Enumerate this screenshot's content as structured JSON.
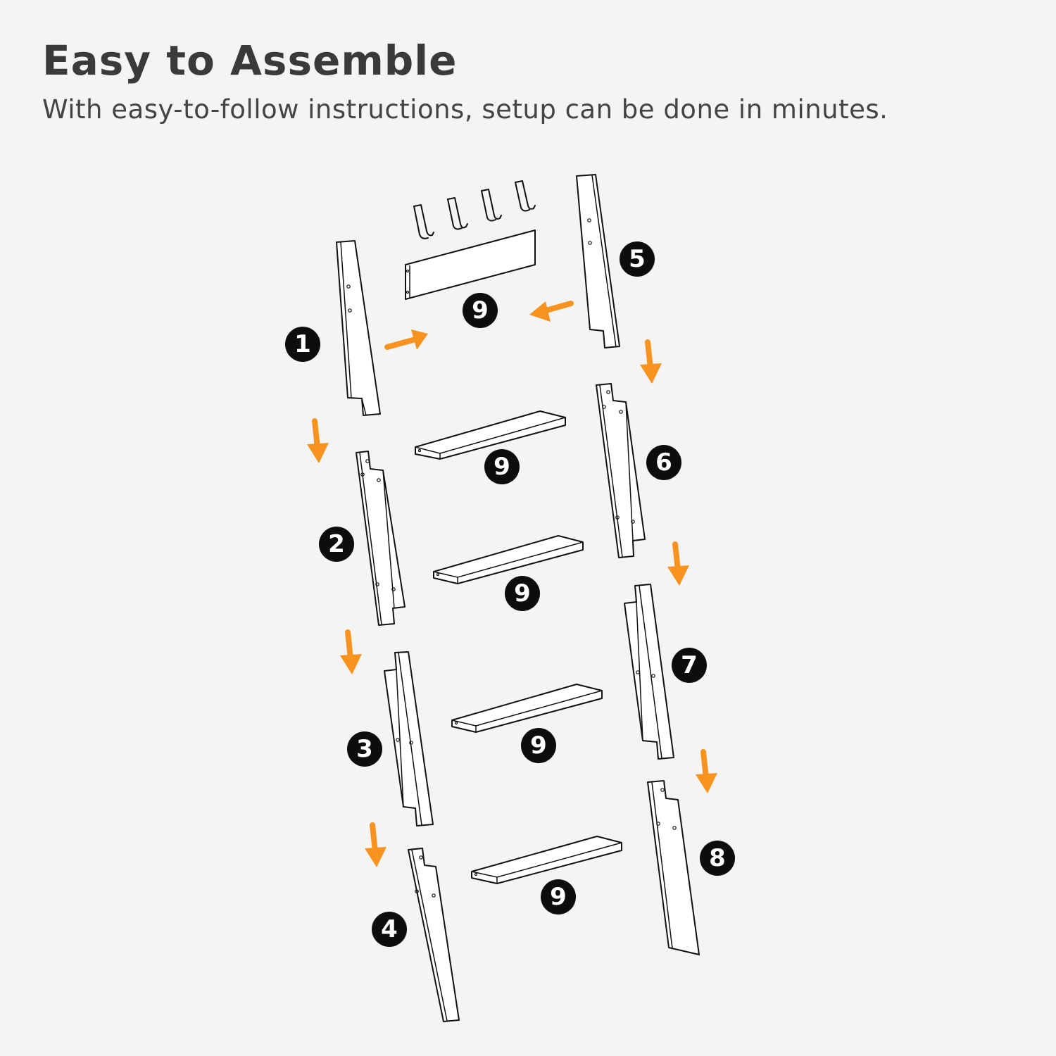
{
  "header": {
    "title": "Easy to Assemble",
    "subtitle": "With easy-to-follow instructions, setup can be done in minutes."
  },
  "colors": {
    "background": "#f4f4f4",
    "arrow": "#f7931e",
    "badge": "#0d0d0d",
    "outline": "#111111"
  },
  "badges": {
    "b1": "1",
    "b2": "2",
    "b3": "3",
    "b4": "4",
    "b5": "5",
    "b6": "6",
    "b7": "7",
    "b8": "8",
    "b9a": "9",
    "b9b": "9",
    "b9c": "9",
    "b9d": "9",
    "b9e": "9"
  }
}
